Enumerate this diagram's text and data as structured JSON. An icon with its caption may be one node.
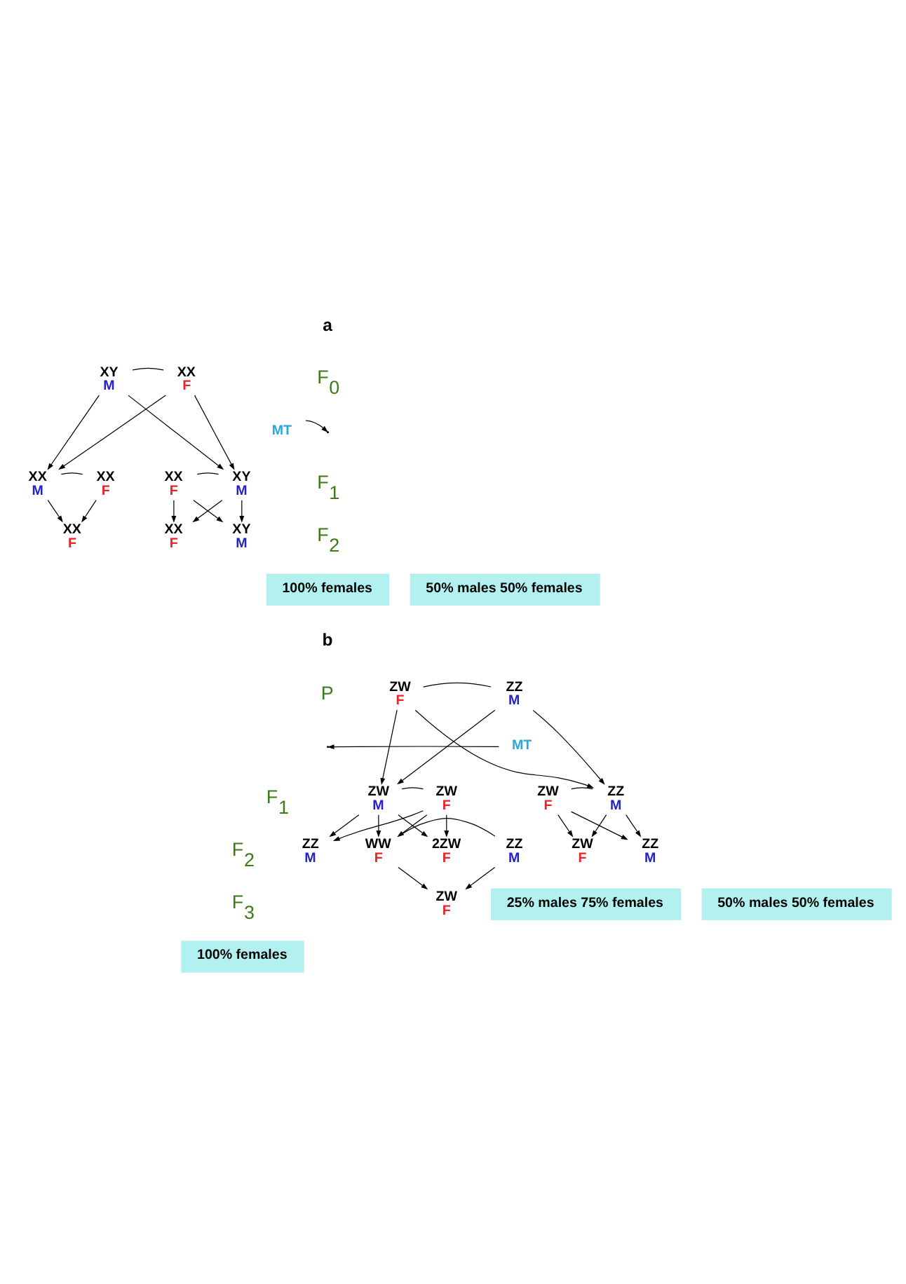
{
  "diagram": {
    "nodes": [
      {
        "text": [
          "XX",
          "F"
        ]
      },
      {
        "text": [
          "XY",
          "M"
        ]
      },
      {
        "text": [
          "MT"
        ]
      },
      {
        "text": [
          "XX",
          "F"
        ]
      },
      {
        "text": [
          "XX",
          "M"
        ]
      },
      {
        "text": [
          "XY",
          "M"
        ]
      },
      {
        "text": [
          "XX",
          "F"
        ]
      },
      {
        "text": [
          "XX",
          "F"
        ]
      },
      {
        "text": [
          "XX",
          "F"
        ]
      },
      {
        "text": [
          "XY",
          "M"
        ]
      },
      {
        "text": [
          "100% females"
        ]
      },
      {
        "text": [
          "50% males 50% females"
        ]
      },
      {
        "text": [
          "ZW",
          "F"
        ]
      },
      {
        "text": [
          "ZZ",
          "M"
        ]
      },
      {
        "text": [
          "MT"
        ]
      },
      {
        "text": [
          "ZW",
          "F"
        ]
      },
      {
        "text": [
          "ZW",
          "M"
        ]
      },
      {
        "text": [
          "ZZ",
          "M"
        ]
      },
      {
        "text": [
          "ZW",
          "F"
        ]
      },
      {
        "text": [
          "ZZ",
          "M"
        ]
      },
      {
        "text": [
          "WW",
          "F"
        ]
      },
      {
        "text": [
          "2ZW",
          "F"
        ]
      },
      {
        "text": [
          "ZZ",
          "M"
        ]
      },
      {
        "text": [
          "ZZ",
          "M"
        ]
      },
      {
        "text": [
          "ZW",
          "F"
        ]
      },
      {
        "text": [
          "25% males 75% females"
        ]
      },
      {
        "text": [
          "50% males 50% females"
        ]
      },
      {
        "text": [
          "ZW",
          "F"
        ]
      },
      {
        "text": [
          "100% females"
        ]
      }
    ],
    "edges": [
      {
        "from": 0,
        "to": 1,
        "arrow": "none"
      },
      {
        "from": 0,
        "to": 4,
        "arrow": "to"
      },
      {
        "from": 0,
        "to": 5,
        "arrow": "to"
      },
      {
        "from": 1,
        "to": 4,
        "arrow": "to"
      },
      {
        "from": 1,
        "to": 5,
        "arrow": "to"
      },
      {
        "from": 2,
        "to": null,
        "arrow": "to"
      },
      {
        "from": 3,
        "to": 4,
        "arrow": "none"
      },
      {
        "from": 3,
        "to": 7,
        "arrow": "to"
      },
      {
        "from": 4,
        "to": 7,
        "arrow": "to"
      },
      {
        "from": 5,
        "to": 6,
        "arrow": "none"
      },
      {
        "from": 5,
        "to": 8,
        "arrow": "to"
      },
      {
        "from": 5,
        "to": 9,
        "arrow": "to"
      },
      {
        "from": 6,
        "to": 8,
        "arrow": "to"
      },
      {
        "from": 6,
        "to": 9,
        "arrow": "to"
      },
      {
        "from": 12,
        "to": 13,
        "arrow": "none"
      },
      {
        "from": 12,
        "to": 16,
        "arrow": "to"
      },
      {
        "from": 12,
        "to": 17,
        "arrow": "to"
      },
      {
        "from": 13,
        "to": 16,
        "arrow": "to"
      },
      {
        "from": 13,
        "to": 17,
        "arrow": "to"
      },
      {
        "from": 14,
        "to": null,
        "arrow": "to"
      },
      {
        "from": 15,
        "to": 16,
        "arrow": "none"
      },
      {
        "from": 15,
        "to": 20,
        "arrow": "to"
      },
      {
        "from": 15,
        "to": 21,
        "arrow": "to"
      },
      {
        "from": 15,
        "to": 22,
        "arrow": "to"
      },
      {
        "from": 16,
        "to": 20,
        "arrow": "to"
      },
      {
        "from": 16,
        "to": 21,
        "arrow": "to"
      },
      {
        "from": 16,
        "to": 22,
        "arrow": "to"
      },
      {
        "from": 17,
        "to": 18,
        "arrow": "none"
      },
      {
        "from": 17,
        "to": 23,
        "arrow": "to"
      },
      {
        "from": 17,
        "to": 24,
        "arrow": "to"
      },
      {
        "from": 18,
        "to": 23,
        "arrow": "to"
      },
      {
        "from": 18,
        "to": 24,
        "arrow": "to"
      },
      {
        "from": 19,
        "to": 20,
        "arrow": "none"
      },
      {
        "from": 19,
        "to": 27,
        "arrow": "to"
      },
      {
        "from": 20,
        "to": 27,
        "arrow": "to"
      }
    ],
    "labels": [
      "a",
      "F$_{0}$",
      "F$_{1}$",
      "F$_{2}$",
      "b",
      "P",
      "F$_{1}$",
      "F$_{2}$",
      "F$_{3}$"
    ]
  }
}
